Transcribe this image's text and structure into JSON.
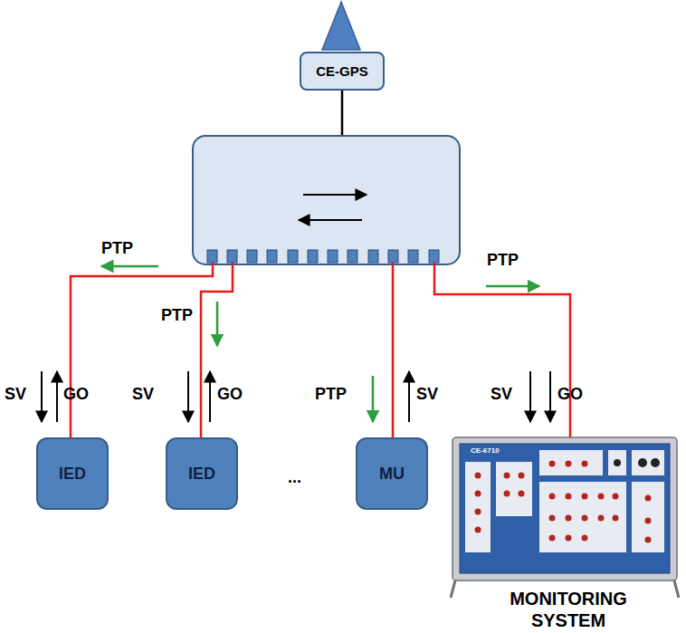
{
  "diagram": {
    "nodes": [
      {
        "text": [
          "CE-GPS"
        ]
      },
      {
        "text": [
          "IED"
        ]
      },
      {
        "text": [
          "IED"
        ]
      },
      {
        "text": [
          "MU"
        ]
      }
    ],
    "labels": [
      "PTP",
      "PTP",
      "PTP",
      "SV",
      "GO",
      "SV",
      "GO",
      "PTP",
      "SV",
      "SV",
      "GO",
      "...",
      "CE-6710",
      "MONITORING SYSTEM"
    ]
  }
}
